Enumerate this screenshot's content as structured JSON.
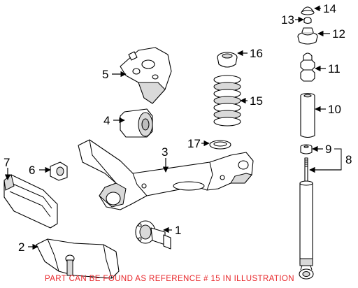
{
  "callouts": {
    "c1": "1",
    "c2": "2",
    "c3": "3",
    "c4": "4",
    "c5": "5",
    "c6": "6",
    "c7": "7",
    "c8": "8",
    "c9": "9",
    "c10": "10",
    "c11": "11",
    "c12": "12",
    "c13": "13",
    "c14": "14",
    "c15": "15",
    "c16": "16",
    "c17": "17"
  },
  "note": "PART CAN BE FOUND AS REFERENCE # 15 IN ILLUSTRATION",
  "colors": {
    "note": "#e8262a",
    "lines": "#000000",
    "background": "#ffffff"
  }
}
